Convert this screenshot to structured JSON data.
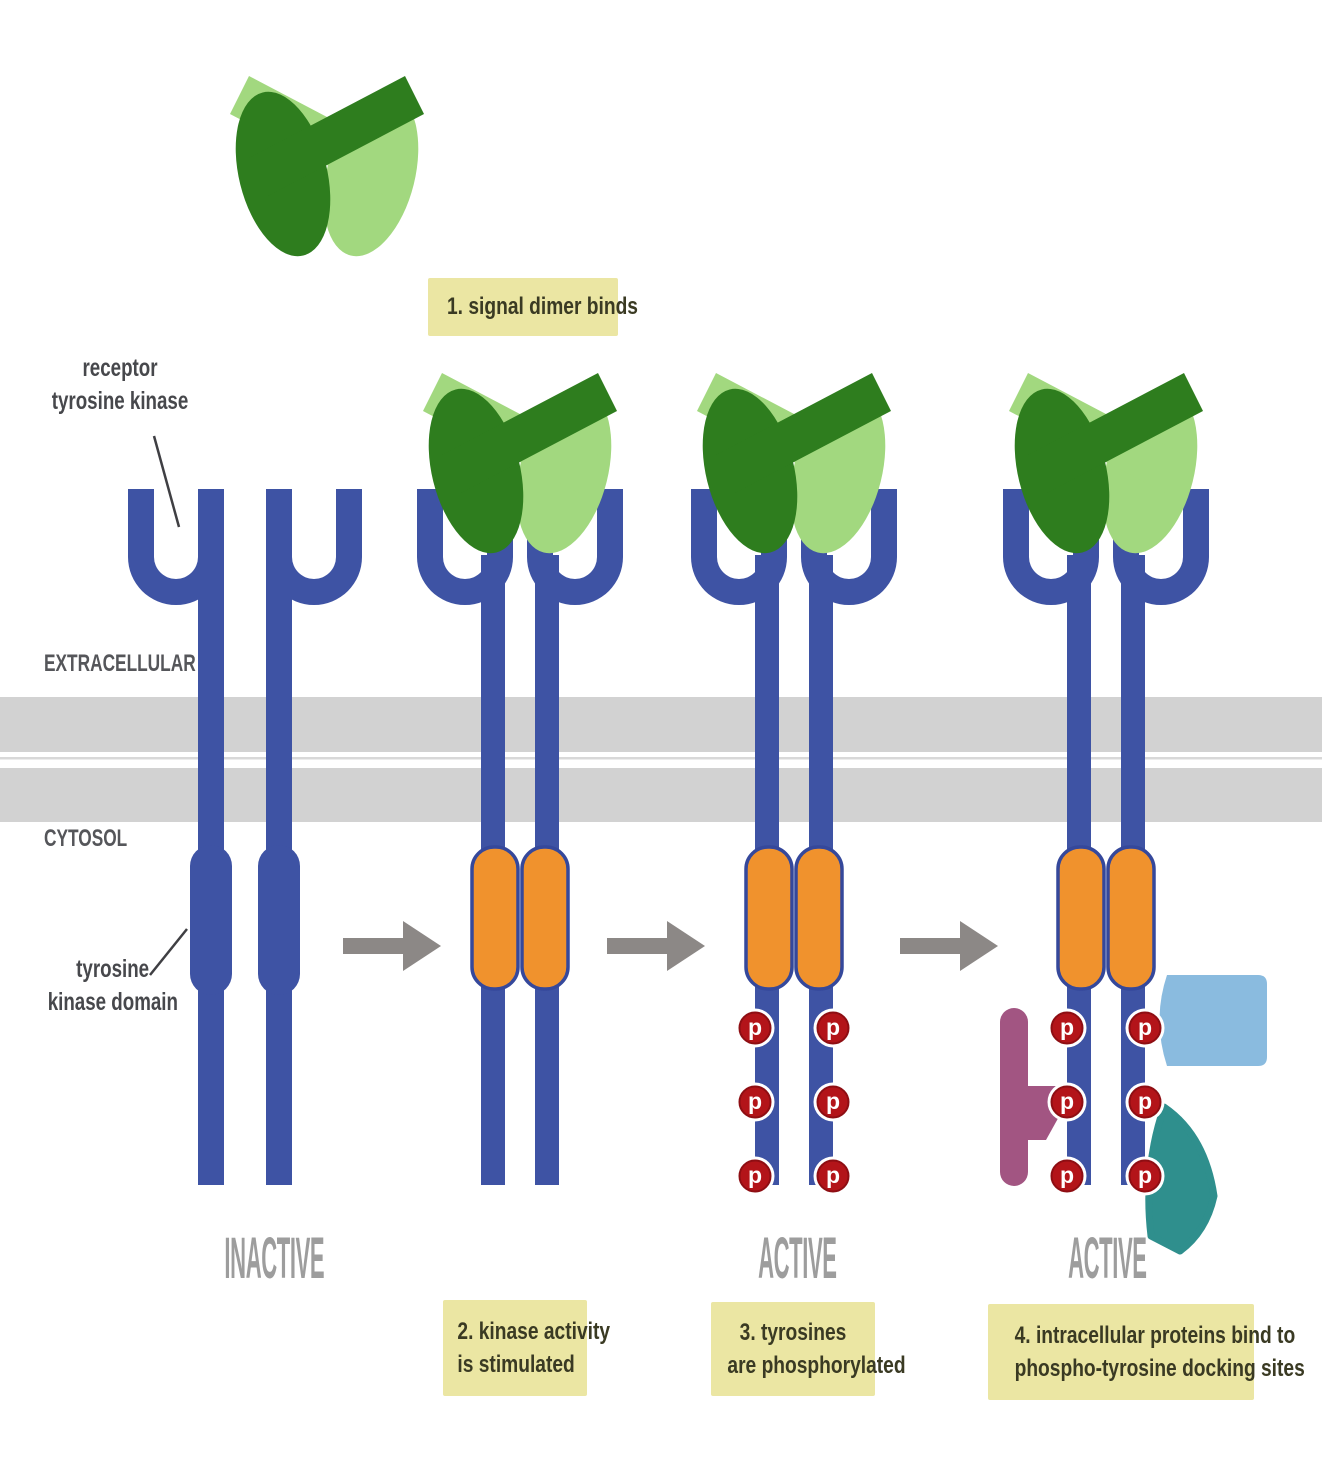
{
  "figure": {
    "title_implied": "Receptor tyrosine kinase activation",
    "type": "pathway-diagram"
  },
  "annotations": {
    "receptor_line1": "receptor",
    "receptor_line2": "tyrosine kinase",
    "kinase_line1": "tyrosine",
    "kinase_line2": "kinase domain",
    "extracellular": "EXTRACELLULAR",
    "cytosol": "CYTOSOL"
  },
  "states": {
    "inactive": "INACTIVE",
    "active": "ACTIVE"
  },
  "steps": [
    {
      "lines": [
        "1. signal dimer binds"
      ]
    },
    {
      "lines": [
        "2. kinase activity",
        "is stimulated"
      ]
    },
    {
      "lines": [
        "3. tyrosines",
        "are phosphorylated"
      ]
    },
    {
      "lines": [
        "4. intracellular proteins bind to",
        "phospho-tyrosine docking sites"
      ]
    }
  ],
  "glyphs": {
    "phosphate": "p"
  },
  "colors": {
    "receptor_blue": "#3e53a4",
    "membrane_gray": "#d2d2d2",
    "membrane_midline": "#d8d8d8",
    "signal_dark_green": "#2e7d1e",
    "signal_light_green": "#a2d87f",
    "kinase_orange": "#f0922d",
    "kinase_outline_blue": "#35489b",
    "phosphate_red": "#b31419",
    "phosphate_rim": "#8e0e13",
    "phosphate_letter": "#ffffff",
    "protein_mauve": "#a25582",
    "protein_light_blue": "#8abbdf",
    "protein_teal": "#2f8f8d",
    "arrow_gray": "#8c8886",
    "pointer_line": "#3f3f43",
    "step_box_yellow": "#ebe6a3",
    "step_text": "#3a3a23",
    "state_text_gray": "#9d9d9d",
    "label_text_dark": "#47484c"
  }
}
